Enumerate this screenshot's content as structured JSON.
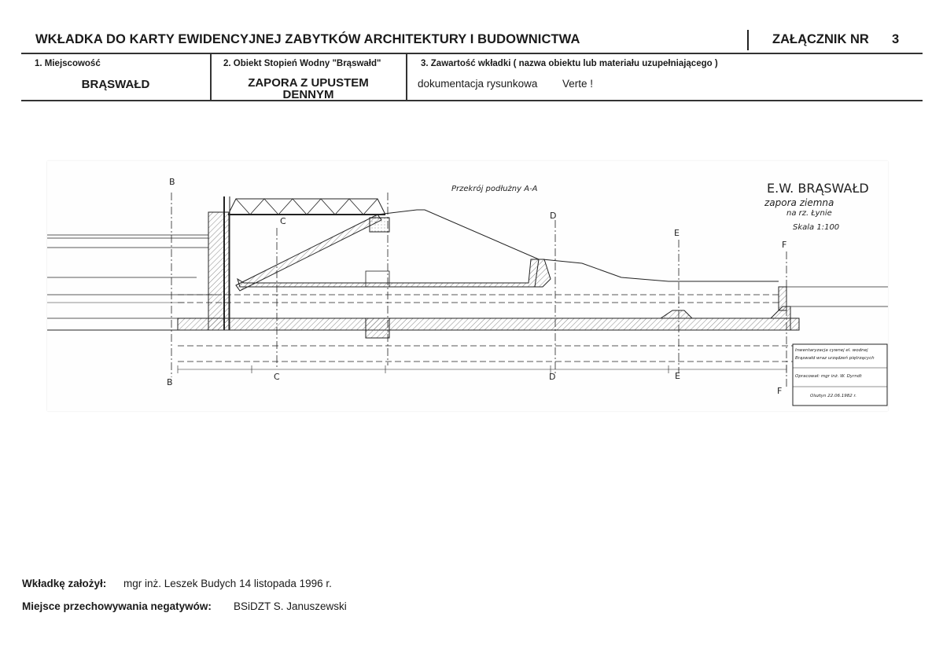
{
  "header": {
    "title": "WKŁADKA DO KARTY EWIDENCYJNEJ ZABYTKÓW ARCHITEKTURY I BUDOWNICTWA",
    "attachment_label": "ZAŁĄCZNIK NR",
    "attachment_number": "3"
  },
  "fields": {
    "locality_label": "1. Miejscowość",
    "locality_value": "BRĄSWAŁD",
    "object_label": "2. Obiekt Stopień Wodny \"Brąswałd\"",
    "object_value_line1": "ZAPORA Z UPUSTEM",
    "object_value_line2": "DENNYM",
    "contents_label": "3. Zawartość wkładki ( nazwa obiektu lub materiału uzupełniającego )",
    "contents_value": "dokumentacja rysunkowa",
    "contents_note": "Verte !"
  },
  "drawing": {
    "section_title": "Przekrój podłużny A-A",
    "title_line1": "E.W. BRĄSWAŁD",
    "title_line2": "zapora ziemna",
    "title_line3": "na rz. Łynie",
    "scale": "Skala 1:100",
    "markers": {
      "b_top": "B",
      "b_bottom": "B",
      "c_top": "C",
      "c_bottom": "C",
      "d_top": "D",
      "d_bottom": "D",
      "e_top": "E",
      "e_bottom": "E",
      "f_top": "F",
      "f_bottom": "F"
    },
    "stamp": {
      "line1": "Inwentaryzacja cywnej el. wodnej",
      "line2": "Brąswałd wraz urządzeń piętrzących",
      "line3": "Opracował: mgr inż. W. Dyrndt",
      "line4": "Olsztyn 22.06.1982 r."
    }
  },
  "footer": {
    "created_label": "Wkładkę założył:",
    "created_value": "mgr inż. Leszek Budych 14 listopada 1996 r.",
    "negatives_label": "Miejsce przechowywania negatywów:",
    "negatives_value": "BSiDZT S. Januszewski"
  }
}
